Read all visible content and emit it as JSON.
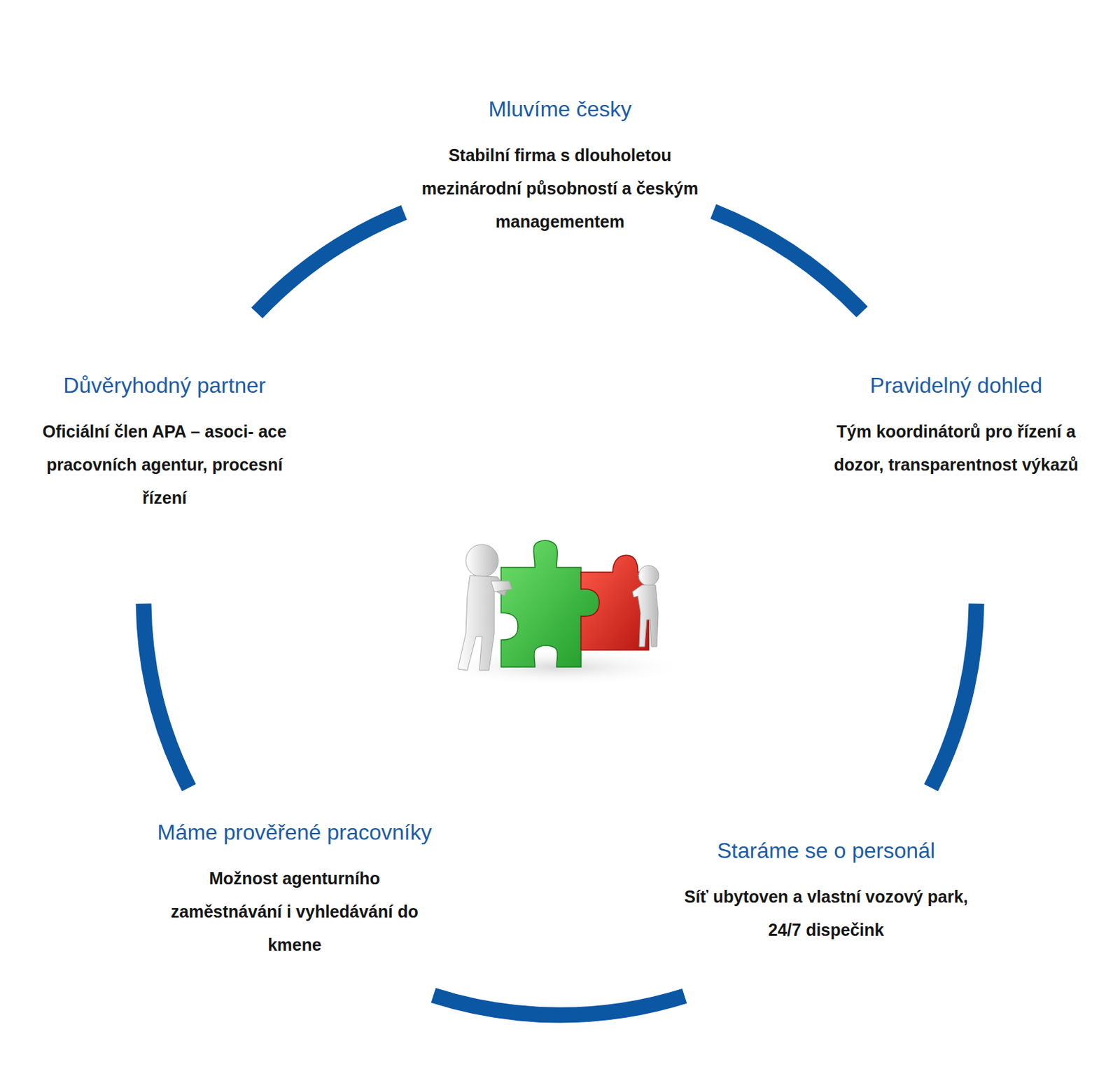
{
  "diagram": {
    "nodes": [
      {
        "text": [
          "Mluvíme česky",
          "Stabilní firma s dlouholetou mezinárodní působností a českým managementem"
        ]
      },
      {
        "text": [
          "Důvěryhodný partner",
          "Oficiální člen APA – asoci- ace pracovních agentur, procesní řízení"
        ]
      },
      {
        "text": [
          "Pravidelný dohled",
          "Tým koordinátorů pro řízení a dozor, transparentnost výkazů"
        ]
      },
      {
        "text": [
          "Máme prověřené pracovníky",
          "Možnost agenturního zaměstnávání i vyhledávání do kmene"
        ]
      },
      {
        "text": [
          "Staráme se o personál",
          "Síť ubytoven a vlastní vozový park, 24/7 dispečink"
        ]
      }
    ],
    "edges": [
      {
        "from": 0,
        "to": 2,
        "arrow": "none"
      },
      {
        "from": 2,
        "to": 4,
        "arrow": "none"
      },
      {
        "from": 4,
        "to": 3,
        "arrow": "none"
      },
      {
        "from": 3,
        "to": 1,
        "arrow": "none"
      },
      {
        "from": 1,
        "to": 0,
        "arrow": "none"
      }
    ]
  }
}
